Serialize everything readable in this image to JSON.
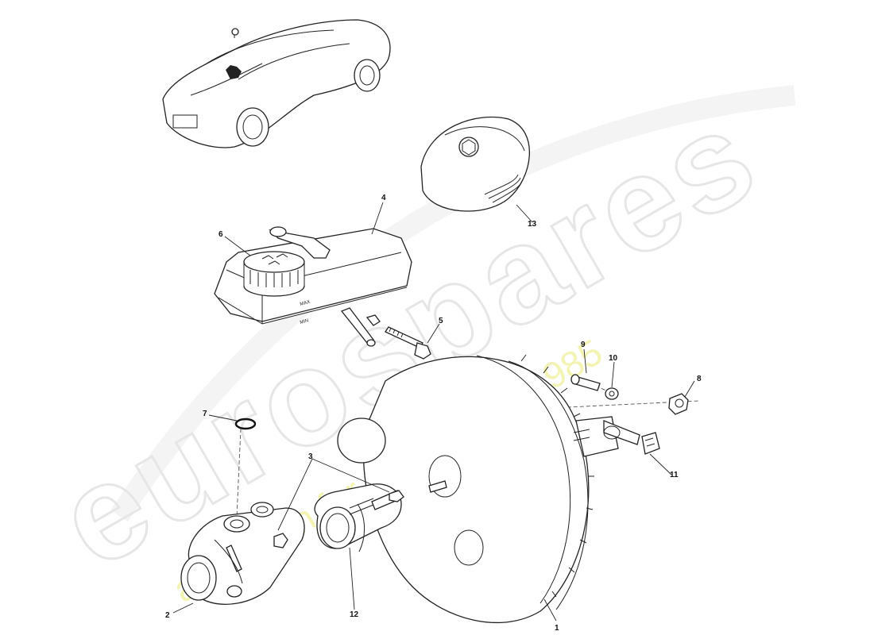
{
  "watermark": {
    "brand": "eurospares",
    "tagline": "a passion for parts since 1985",
    "color_outline": "#e6e6e6",
    "color_tagline": "#f1f1a6"
  },
  "callouts": {
    "c1": "1",
    "c2": "2",
    "c3": "3",
    "c4": "4",
    "c5": "5",
    "c6": "6",
    "c7": "7",
    "c8": "8",
    "c9": "9",
    "c10": "10",
    "c11": "11",
    "c12": "12",
    "c13": "13"
  },
  "icons": {
    "car": "car-thumbnail-icon"
  }
}
